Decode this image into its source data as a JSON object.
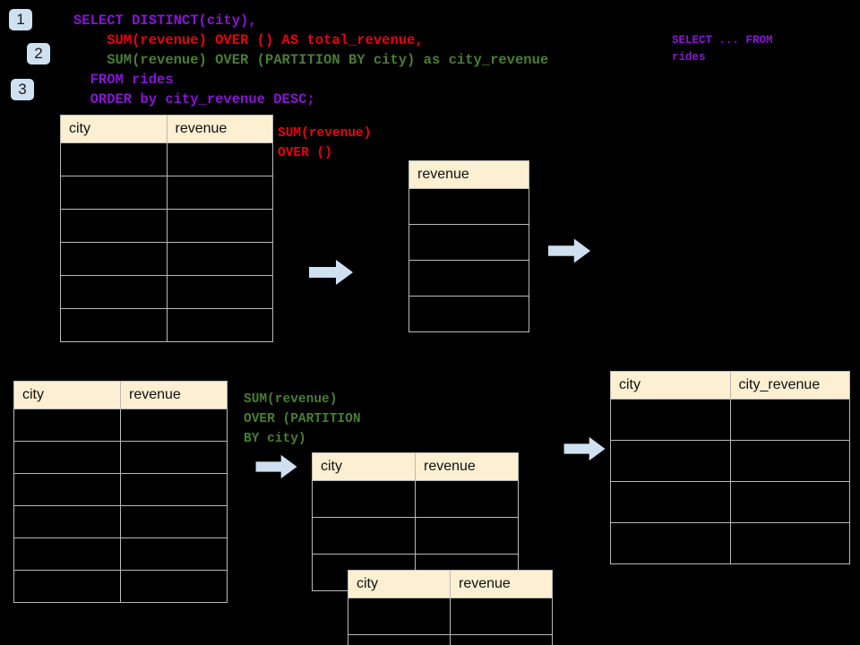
{
  "page": {
    "background": "#000000",
    "header_fill": "#fcefd2",
    "grid_color": "#b9b9b9",
    "arrow_color": "#cfe0f0",
    "badge_color": "#cfe0f0"
  },
  "steps": [
    {
      "label": "1"
    },
    {
      "label": "2"
    },
    {
      "label": "3"
    }
  ],
  "query": {
    "line1": "SELECT DISTINCT(city),",
    "line2": "    SUM(revenue) OVER () AS total_revenue,",
    "line3": "    SUM(revenue) OVER (PARTITION BY city) as city_revenue",
    "line4": "  FROM rides",
    "line5": "  ORDER by city_revenue DESC;",
    "side_note": "SELECT ... FROM\nrides"
  },
  "annotations": {
    "total_revenue": "SUM(revenue)\nOVER ()",
    "city_revenue": "SUM(revenue)\nOVER (PARTITION\nBY city)"
  },
  "tables": {
    "source_top": {
      "headers": [
        "city",
        "revenue"
      ],
      "body_rows": 6
    },
    "total_revenue": {
      "headers": [
        "revenue"
      ],
      "body_rows": 4
    },
    "source_bottom": {
      "headers": [
        "city",
        "revenue"
      ],
      "body_rows": 6
    },
    "partition_back": {
      "headers": [
        "city",
        "revenue"
      ],
      "body_rows": 3
    },
    "partition_front": {
      "headers": [
        "city",
        "revenue"
      ],
      "body_rows": 2
    },
    "result": {
      "headers": [
        "city",
        "city_revenue"
      ],
      "body_rows": 4
    }
  },
  "arrows": {
    "a1": "arrow-right",
    "a2": "arrow-right",
    "a3": "arrow-right",
    "a4": "arrow-right"
  }
}
